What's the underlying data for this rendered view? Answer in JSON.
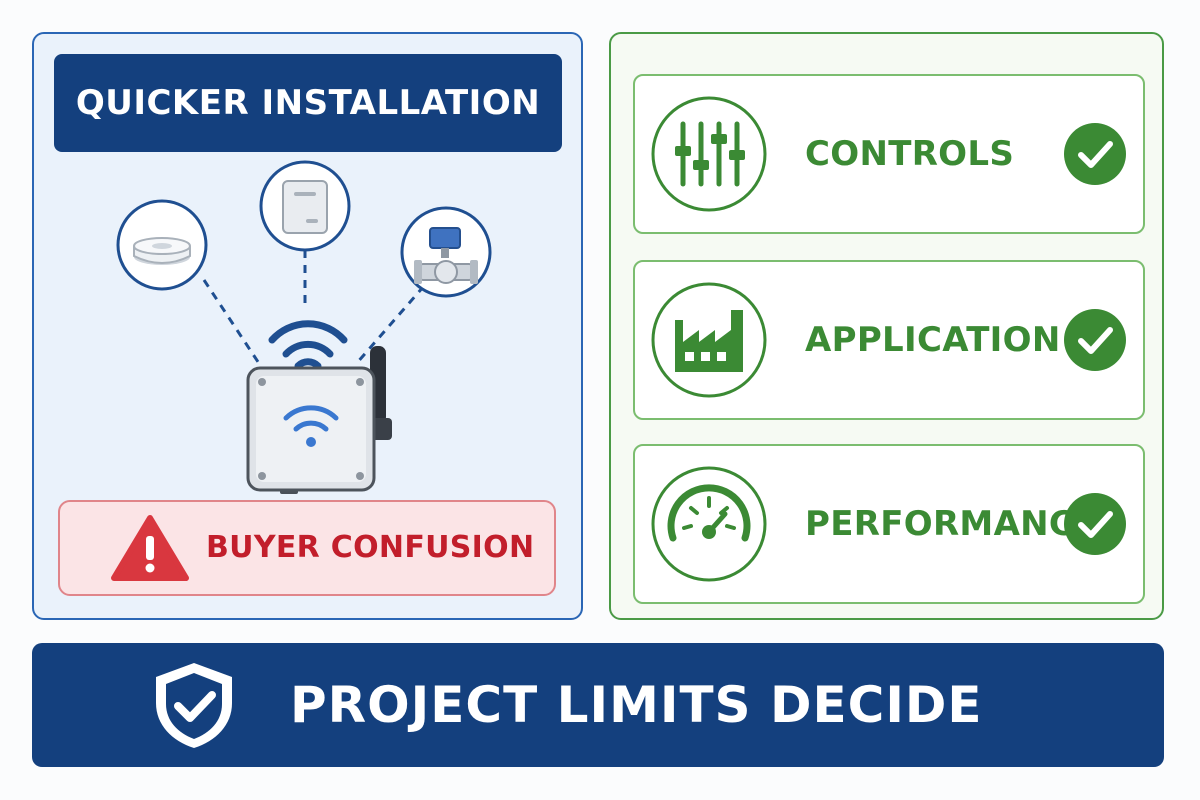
{
  "left_panel": {
    "title": "QUICKER INSTALLATION",
    "warning": {
      "label": "BUYER CONFUSION",
      "icon": "warning-triangle-icon"
    },
    "devices": [
      "smoke-detector-icon",
      "wall-sensor-icon",
      "valve-actuator-icon"
    ],
    "hub_icon": "wireless-gateway-icon"
  },
  "right_panel": {
    "rows": [
      {
        "label": "CONTROLS",
        "icon": "sliders-icon",
        "status_icon": "check-icon"
      },
      {
        "label": "APPLICATION",
        "icon": "factory-icon",
        "status_icon": "check-icon"
      },
      {
        "label": "PERFORMANCE",
        "icon": "gauge-icon",
        "status_icon": "check-icon"
      }
    ]
  },
  "banner": {
    "label": "PROJECT LIMITS DECIDE",
    "icon": "shield-check-icon"
  },
  "colors": {
    "navy": "#14407e",
    "blue": "#2a66b5",
    "green": "#3b8a34",
    "red": "#c21e2b",
    "left_bg": "#eaf2fb",
    "warning_bg": "#fbe4e6"
  }
}
